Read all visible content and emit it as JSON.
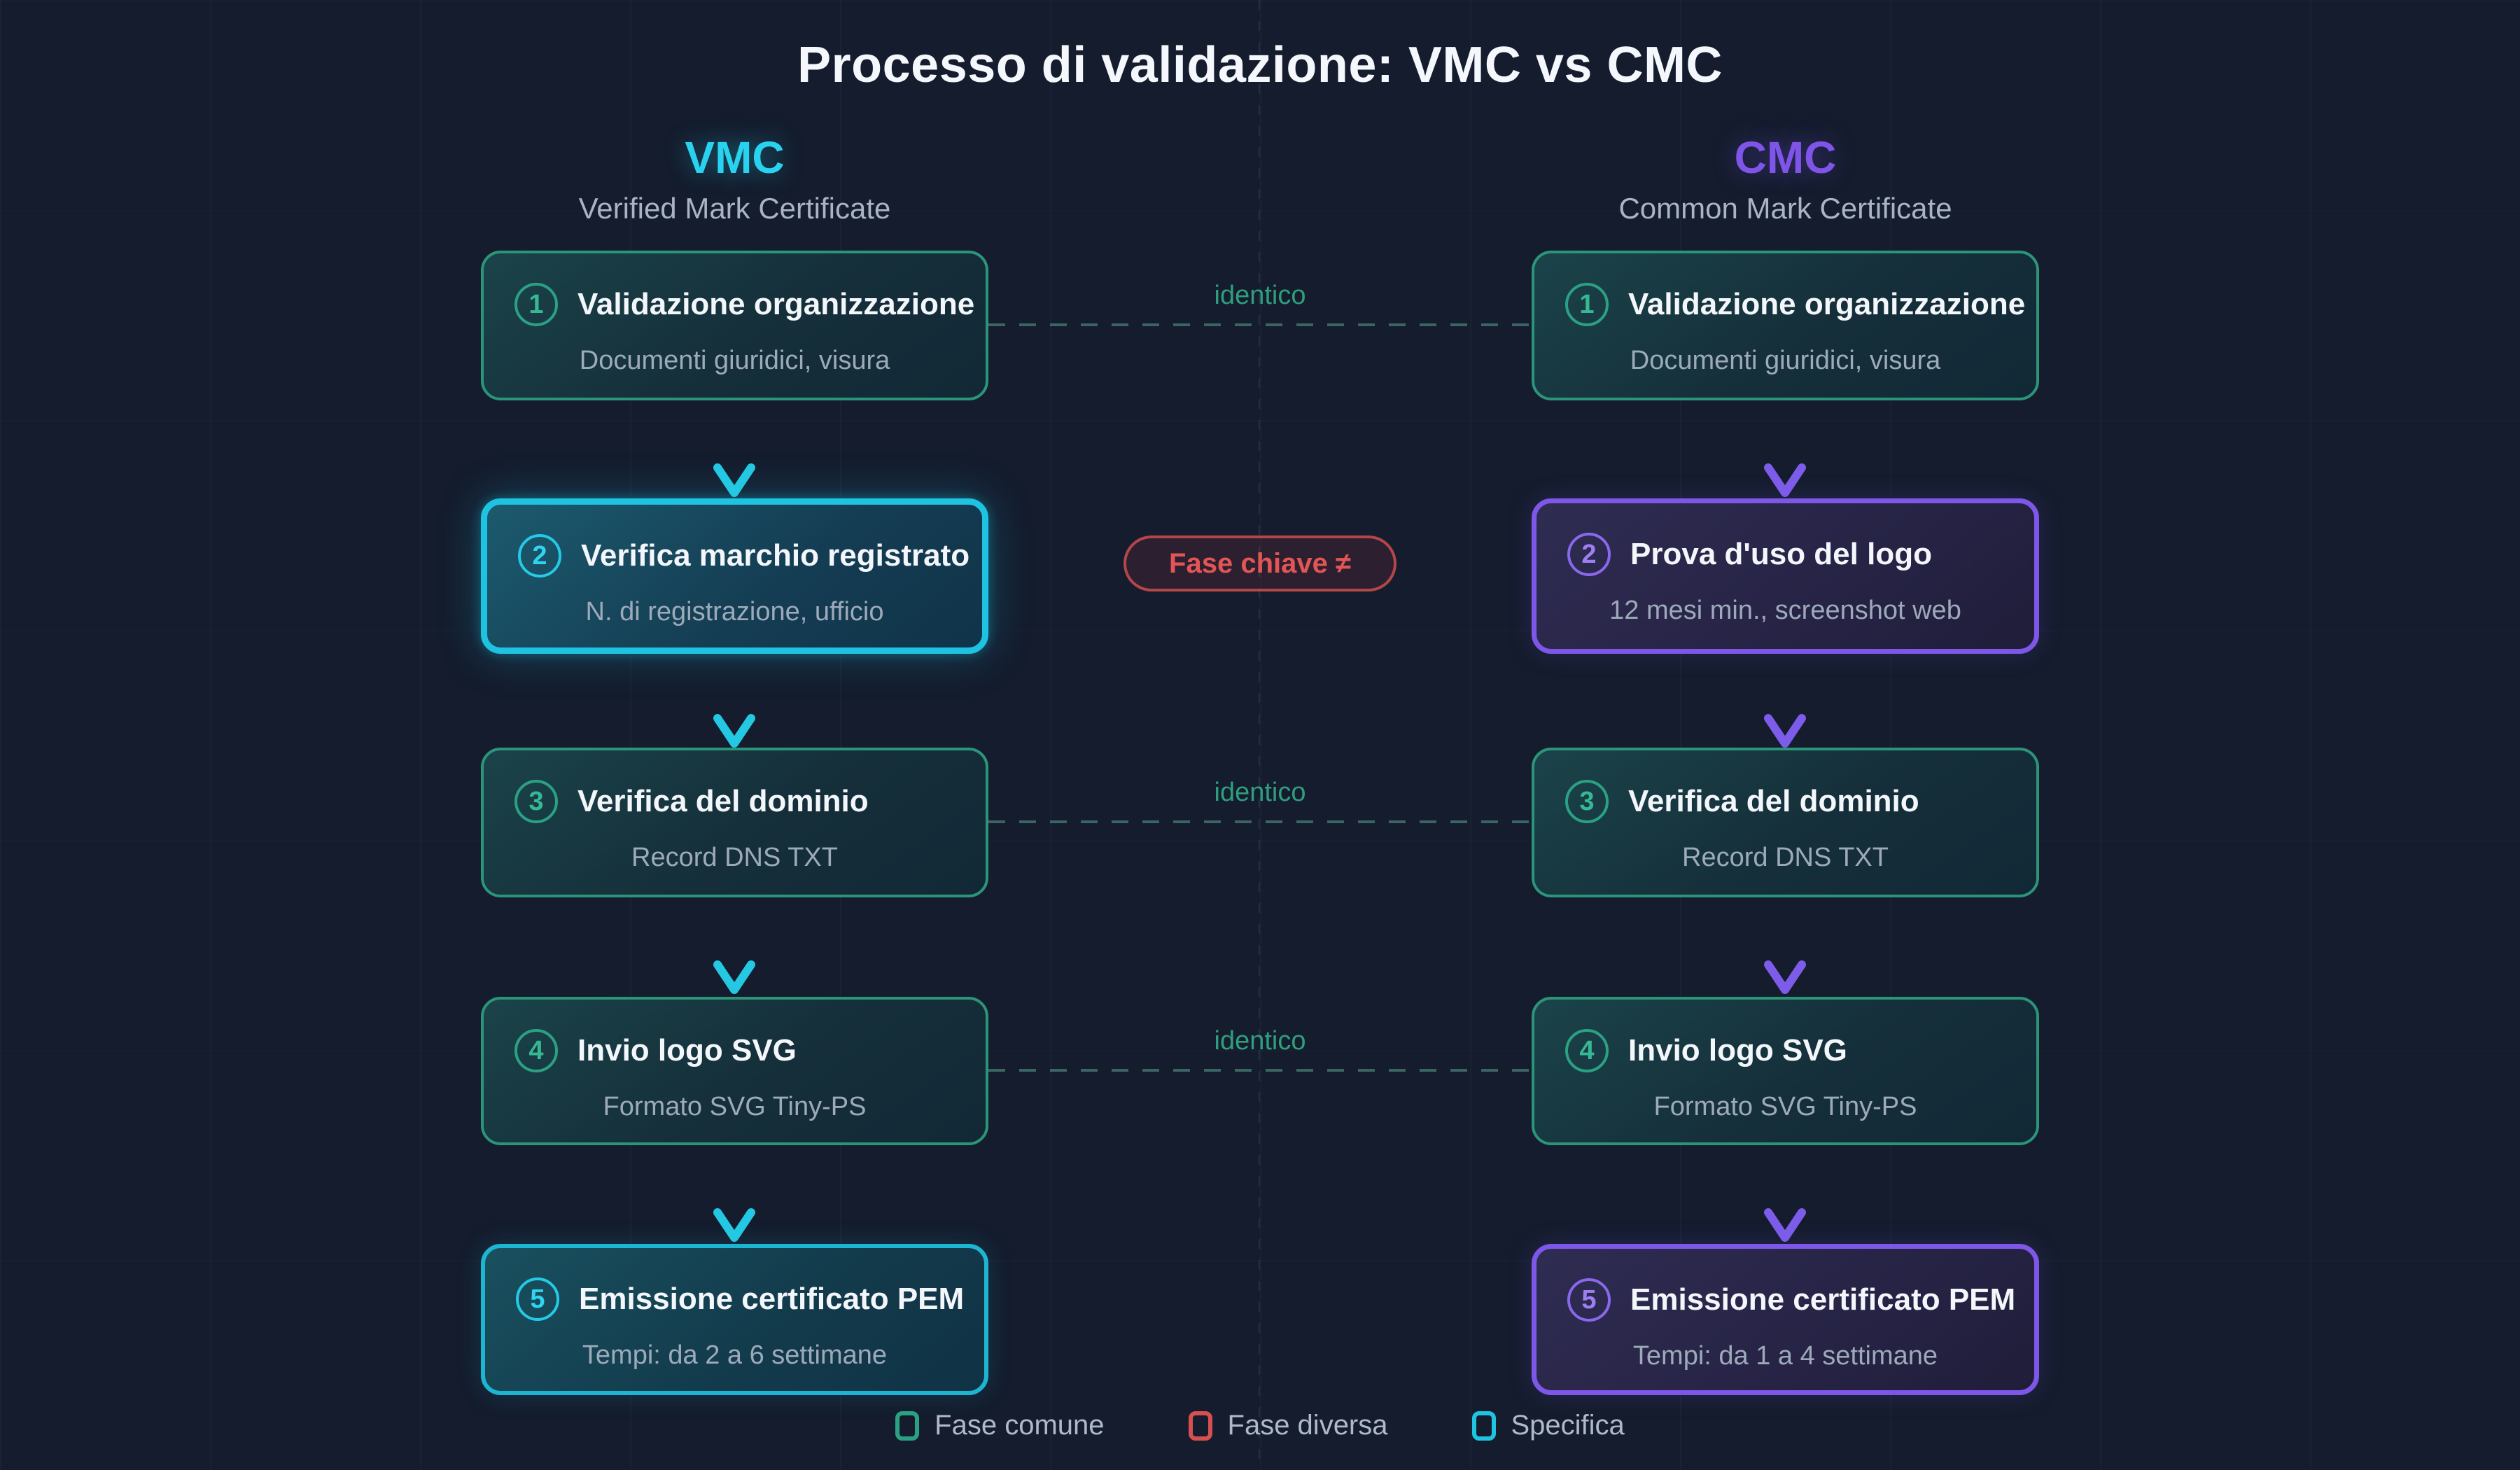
{
  "title": "Processo di validazione: VMC vs CMC",
  "vmc": {
    "acronym": "VMC",
    "full_name": "Verified Mark Certificate",
    "accent_color": "#29d3f0",
    "steps": [
      {
        "num": "1",
        "title": "Validazione organizzazione",
        "subtitle": "Documenti giuridici, visura",
        "variant": "common"
      },
      {
        "num": "2",
        "title": "Verifica marchio registrato",
        "subtitle": "N. di registrazione, ufficio",
        "variant": "specific-vmc-key"
      },
      {
        "num": "3",
        "title": "Verifica del dominio",
        "subtitle": "Record DNS TXT",
        "variant": "common"
      },
      {
        "num": "4",
        "title": "Invio logo SVG",
        "subtitle": "Formato SVG Tiny-PS",
        "variant": "common"
      },
      {
        "num": "5",
        "title": "Emissione certificato PEM",
        "subtitle": "Tempi: da 2 a 6 settimane",
        "variant": "specific-vmc"
      }
    ]
  },
  "cmc": {
    "acronym": "CMC",
    "full_name": "Common Mark Certificate",
    "accent_color": "#7e55e8",
    "steps": [
      {
        "num": "1",
        "title": "Validazione organizzazione",
        "subtitle": "Documenti giuridici, visura",
        "variant": "common"
      },
      {
        "num": "2",
        "title": "Prova d'uso del logo",
        "subtitle": "12 mesi min., screenshot web",
        "variant": "specific-cmc"
      },
      {
        "num": "3",
        "title": "Verifica del dominio",
        "subtitle": "Record DNS TXT",
        "variant": "common"
      },
      {
        "num": "4",
        "title": "Invio logo SVG",
        "subtitle": "Formato SVG Tiny-PS",
        "variant": "common"
      },
      {
        "num": "5",
        "title": "Emissione certificato PEM",
        "subtitle": "Tempi: da 1 a 4 settimane",
        "variant": "specific-cmc"
      }
    ]
  },
  "connectors": [
    {
      "between_steps": "1",
      "label": "identico",
      "type": "same"
    },
    {
      "between_steps": "2",
      "label": "Fase chiave ≠",
      "type": "different"
    },
    {
      "between_steps": "3",
      "label": "identico",
      "type": "same"
    },
    {
      "between_steps": "4",
      "label": "identico",
      "type": "same"
    }
  ],
  "legend": {
    "common": {
      "label": "Fase comune",
      "color": "#2aa183"
    },
    "different": {
      "label": "Fase diversa",
      "color": "#d84f4f"
    },
    "specific": {
      "label": "Specifica",
      "color": "#1fc4e0"
    }
  },
  "colors": {
    "background": "#141c2d",
    "vmc_accent": "#29d3f0",
    "cmc_accent": "#7e55e8",
    "common_green": "#2f9e7d",
    "different_red": "#e25555",
    "specific_cyan": "#1fc4e0"
  }
}
